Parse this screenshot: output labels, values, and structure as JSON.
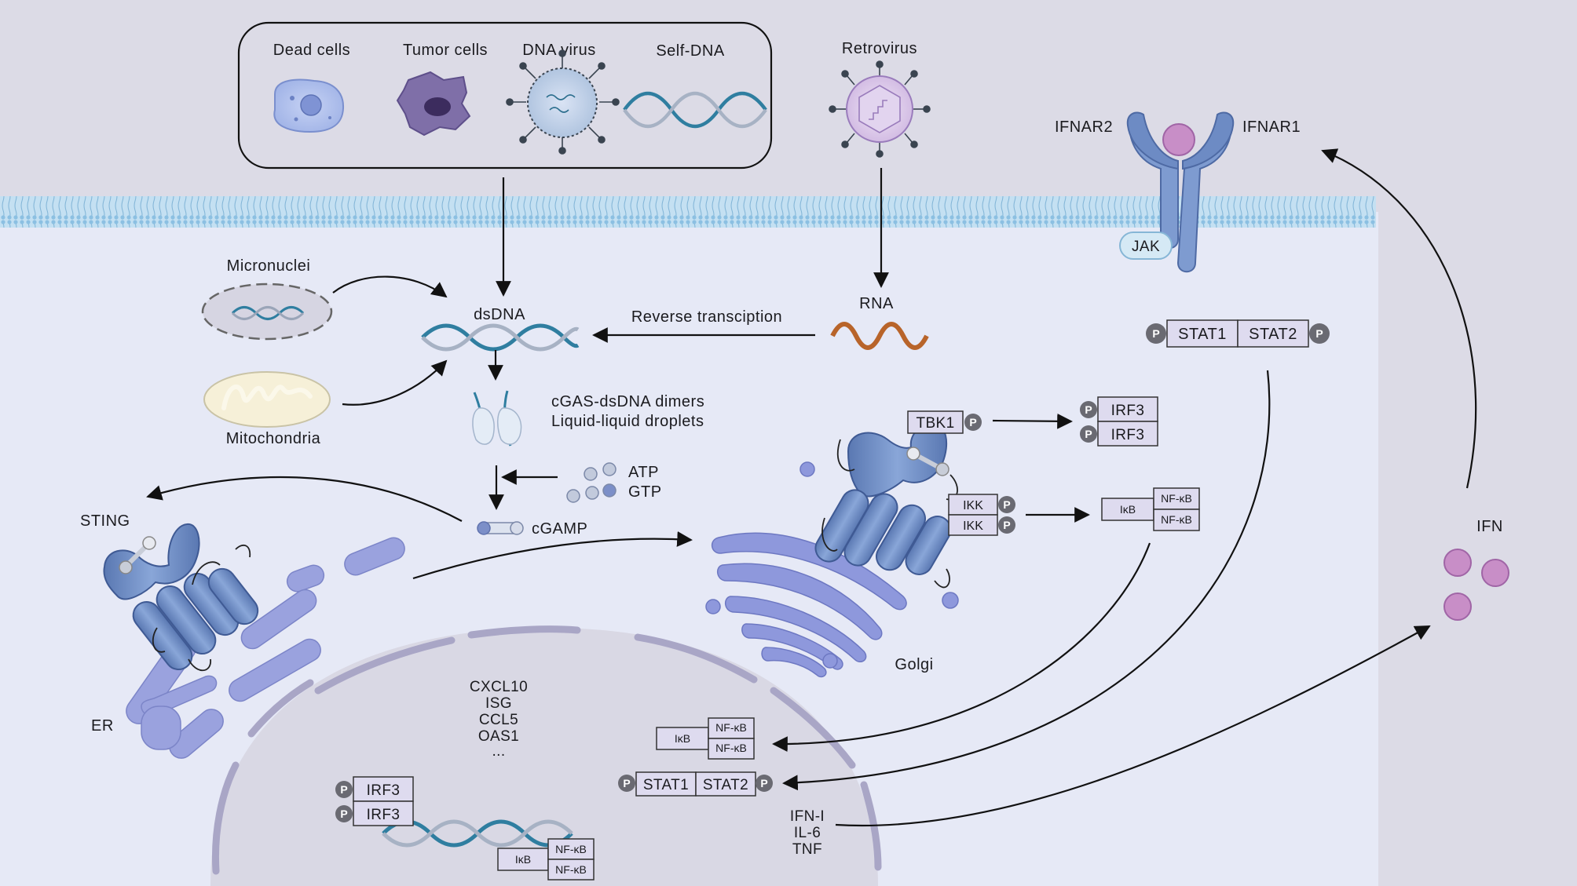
{
  "extracellular": {
    "sources": {
      "dead_cells": "Dead cells",
      "tumor_cells": "Tumor cells",
      "dna_virus": "DNA virus",
      "self_dna": "Self-DNA"
    },
    "retrovirus": "Retrovirus",
    "ifnar2": "IFNAR2",
    "ifnar1": "IFNAR1",
    "ifn": "IFN"
  },
  "cytoplasm": {
    "jak": "JAK",
    "micronuclei": "Micronuclei",
    "mitochondria": "Mitochondria",
    "dsdna": "dsDNA",
    "reverse_transcription": "Reverse transciption",
    "rna": "RNA",
    "cgas_line1": "cGAS-dsDNA dimers",
    "cgas_line2": "Liquid-liquid droplets",
    "atp": "ATP",
    "gtp": "GTP",
    "cgamp": "cGAMP",
    "sting": "STING",
    "er": "ER",
    "golgi": "Golgi",
    "tbk1": "TBK1",
    "ikk": "IKK",
    "irf3": "IRF3",
    "ikb": "IκB",
    "nfkb": "NF-κB",
    "stat1": "STAT1",
    "stat2": "STAT2",
    "p": "P"
  },
  "nucleus": {
    "genes": [
      "CXCL10",
      "ISG",
      "CCL5",
      "OAS1",
      "..."
    ],
    "outputs": [
      "IFN-I",
      "IL-6",
      "TNF"
    ]
  },
  "colors": {
    "background": "#dcdbe6",
    "cytoplasm": "#e6e9f6",
    "membrane": "#b7d8ee",
    "protein_blue": "#6f8fc4",
    "organelle_purple": "#9aa2de",
    "ifn_pink": "#c78ac6",
    "dna_teal": "#3a86a6",
    "rna_brown": "#b8642a"
  }
}
